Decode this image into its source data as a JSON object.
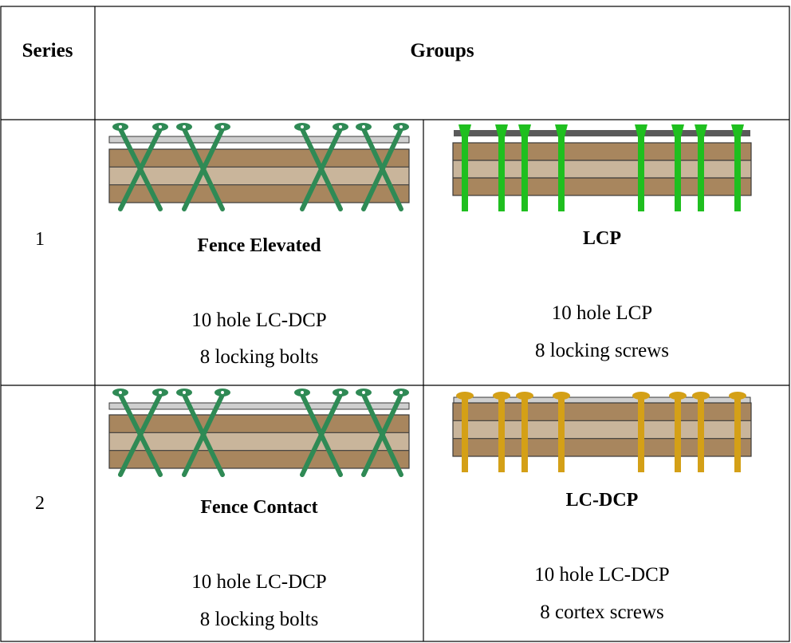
{
  "header": {
    "series": "Series",
    "groups": "Groups"
  },
  "rows": [
    {
      "series": "1",
      "left": {
        "title": "Fence Elevated",
        "line1": "10 hole LC-DCP",
        "line2": "8 locking bolts",
        "style": "fence-elevated"
      },
      "right": {
        "title": "LCP",
        "line1": "10 hole LCP",
        "line2": "8 locking screws",
        "style": "lcp"
      }
    },
    {
      "series": "2",
      "left": {
        "title": "Fence Contact",
        "line1": "10 hole LC-DCP",
        "line2": "8 locking bolts",
        "style": "fence-contact"
      },
      "right": {
        "title": "LC-DCP",
        "line1": "10 hole LC-DCP",
        "line2": "8 cortex screws",
        "style": "lc-dcp"
      }
    }
  ],
  "colors": {
    "grid_line": "#000000",
    "bone_dark": "#a8865e",
    "bone_light": "#c9b59b",
    "bone_outline": "#3a3a3a",
    "plate_light": "#cfcfcf",
    "plate_dark": "#5a5a5a",
    "bolt_green": "#2f8a55",
    "screw_green": "#1fbf1f",
    "screw_gold": "#d4a017"
  }
}
